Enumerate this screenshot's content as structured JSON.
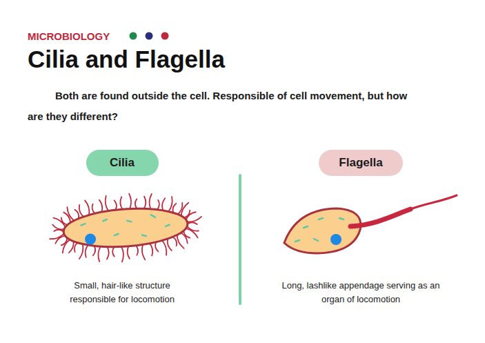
{
  "diagram": {
    "title": "Cilia and Flagella",
    "nodes": [
      {
        "text": [
          "Cilia"
        ]
      },
      {
        "text": [
          "Flagella"
        ]
      }
    ],
    "labels": [
      "MICROBIOLOGY",
      "Both are found outside the cell. Responsible of cell movement, but how are they different?",
      "Small, hair-like structure responsible for locomotion",
      "Long, lashlike appendage serving as an organ of locomotion"
    ]
  }
}
